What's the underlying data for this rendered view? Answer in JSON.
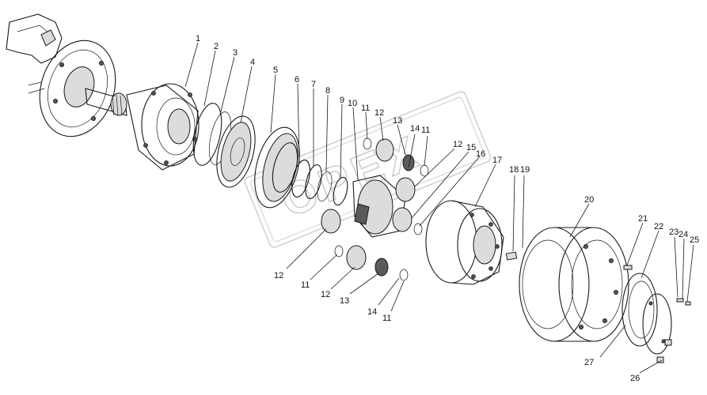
{
  "watermark": {
    "text": "OPEX"
  },
  "callouts": [
    {
      "id": "c1",
      "text": "1"
    },
    {
      "id": "c2",
      "text": "2"
    },
    {
      "id": "c3",
      "text": "3"
    },
    {
      "id": "c4",
      "text": "4"
    },
    {
      "id": "c5",
      "text": "5"
    },
    {
      "id": "c6",
      "text": "6"
    },
    {
      "id": "c7",
      "text": "7"
    },
    {
      "id": "c8",
      "text": "8"
    },
    {
      "id": "c9",
      "text": "9"
    },
    {
      "id": "c10",
      "text": "10"
    },
    {
      "id": "c11a",
      "text": "11"
    },
    {
      "id": "c12a",
      "text": "12"
    },
    {
      "id": "c13a",
      "text": "13"
    },
    {
      "id": "c14a",
      "text": "14"
    },
    {
      "id": "c11b",
      "text": "11"
    },
    {
      "id": "c12b",
      "text": "12"
    },
    {
      "id": "c15",
      "text": "15"
    },
    {
      "id": "c16",
      "text": "16"
    },
    {
      "id": "c17",
      "text": "17"
    },
    {
      "id": "c18",
      "text": "18"
    },
    {
      "id": "c19",
      "text": "19"
    },
    {
      "id": "c20",
      "text": "20"
    },
    {
      "id": "c21",
      "text": "21"
    },
    {
      "id": "c22",
      "text": "22"
    },
    {
      "id": "c23",
      "text": "23"
    },
    {
      "id": "c24",
      "text": "24"
    },
    {
      "id": "c25",
      "text": "25"
    },
    {
      "id": "c12c",
      "text": "12"
    },
    {
      "id": "c11c",
      "text": "11"
    },
    {
      "id": "c12d",
      "text": "12"
    },
    {
      "id": "c13b",
      "text": "13"
    },
    {
      "id": "c14b",
      "text": "14"
    },
    {
      "id": "c11d",
      "text": "11"
    },
    {
      "id": "c27",
      "text": "27"
    },
    {
      "id": "c26",
      "text": "26"
    }
  ]
}
